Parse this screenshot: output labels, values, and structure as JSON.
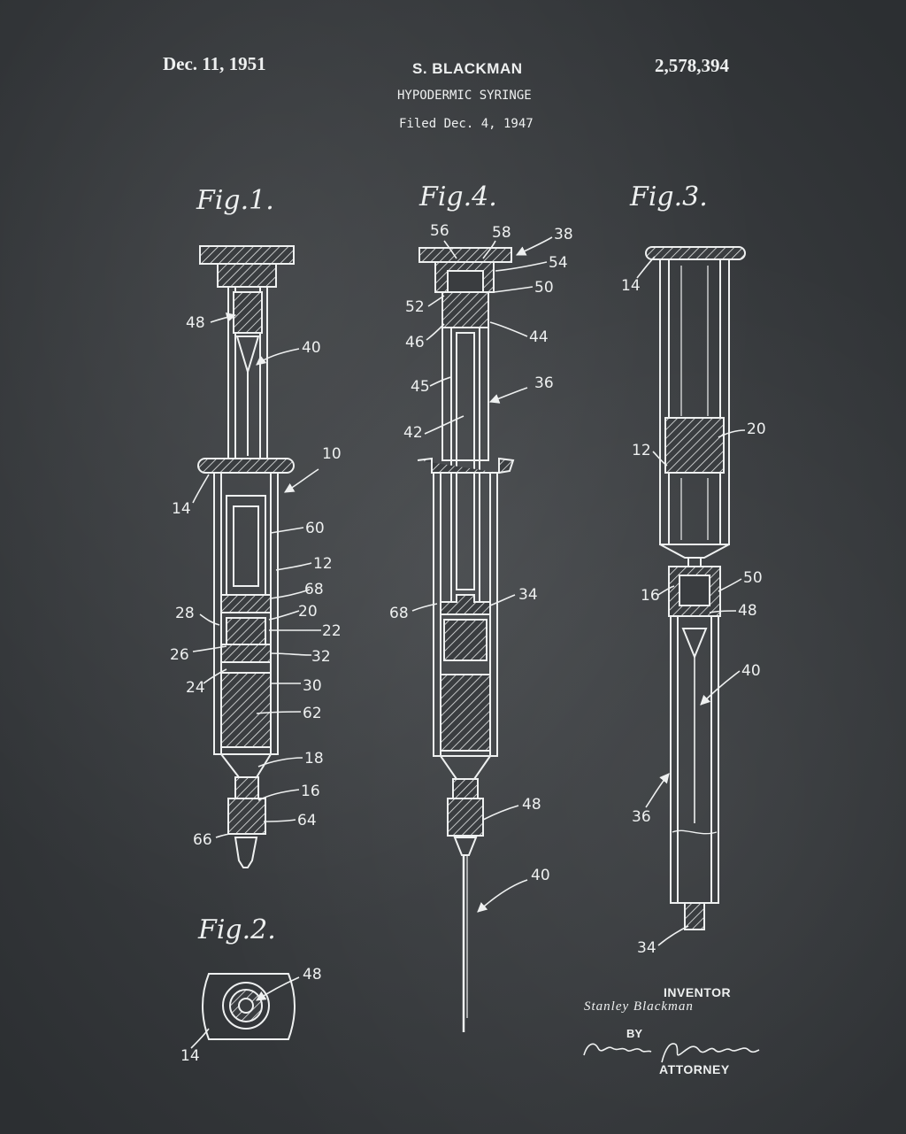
{
  "header": {
    "date": "Dec. 11, 1951",
    "inventor": "S. BLACKMAN",
    "title": "HYPODERMIC SYRINGE",
    "filed": "Filed Dec. 4, 1947",
    "patent_number": "2,578,394"
  },
  "figures": {
    "fig1": "Fig.1.",
    "fig2": "Fig.2.",
    "fig3": "Fig.3.",
    "fig4": "Fig.4."
  },
  "fig1_labels": {
    "l48": "48",
    "l40": "40",
    "l10": "10",
    "l14": "14",
    "l60": "60",
    "l12": "12",
    "l68": "68",
    "l28": "28",
    "l20": "20",
    "l22": "22",
    "l26": "26",
    "l32": "32",
    "l24": "24",
    "l30": "30",
    "l62": "62",
    "l18": "18",
    "l16": "16",
    "l64": "64",
    "l66": "66"
  },
  "fig2_labels": {
    "l48": "48",
    "l14": "14"
  },
  "fig4_labels": {
    "l56": "56",
    "l58": "58",
    "l38": "38",
    "l54": "54",
    "l50": "50",
    "l52": "52",
    "l46": "46",
    "l44": "44",
    "l45": "45",
    "l36": "36",
    "l42": "42",
    "l68": "68",
    "l34": "34",
    "l48": "48",
    "l40": "40"
  },
  "fig3_labels": {
    "l14": "14",
    "l20": "20",
    "l12": "12",
    "l50": "50",
    "l16": "16",
    "l48": "48",
    "l40": "40",
    "l36": "36",
    "l34": "34"
  },
  "signature": {
    "inventor_label": "INVENTOR",
    "inventor_name": "Stanley Blackman",
    "by": "BY",
    "attorney_label": "ATTORNEY"
  },
  "colors": {
    "board": "#3a3d40",
    "chalk": "#eef0f0"
  }
}
